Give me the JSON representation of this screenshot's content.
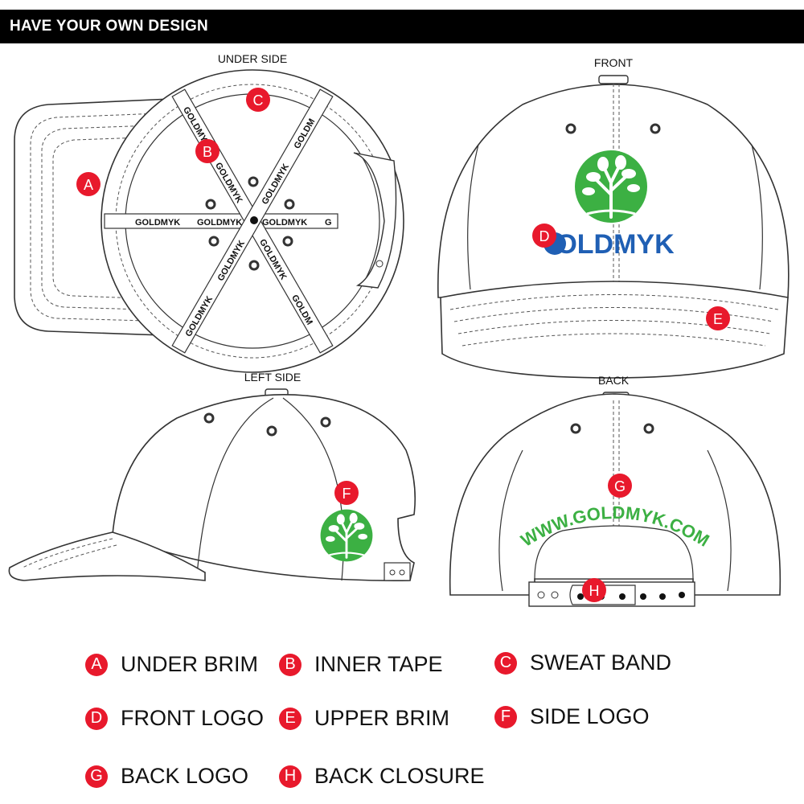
{
  "header": {
    "title": "HAVE YOUR OWN DESIGN"
  },
  "views": {
    "underside": "UNDER SIDE",
    "front": "FRONT",
    "left_side": "LEFT SIDE",
    "back": "BACK"
  },
  "badges": {
    "a": "A",
    "b": "B",
    "c": "C",
    "d": "D",
    "e": "E",
    "f": "F",
    "g": "G",
    "h": "H"
  },
  "tape_text": "GOLDMYK",
  "tape_fragments": [
    "GOLDM",
    "G"
  ],
  "front_logo_text": "OLDMYK",
  "back_logo_text": "WWW.GOLDMYK.COM",
  "colors": {
    "badge": "#e8192c",
    "logo_green": "#3cb043",
    "logo_blue": "#1f5fb4",
    "outline": "#333333"
  },
  "legend": [
    {
      "letter": "A",
      "label": "UNDER BRIM"
    },
    {
      "letter": "B",
      "label": "INNER TAPE"
    },
    {
      "letter": "C",
      "label": "SWEAT BAND"
    },
    {
      "letter": "D",
      "label": "FRONT LOGO"
    },
    {
      "letter": "E",
      "label": "UPPER BRIM"
    },
    {
      "letter": "F",
      "label": "SIDE LOGO"
    },
    {
      "letter": "G",
      "label": "BACK LOGO"
    },
    {
      "letter": "H",
      "label": "BACK CLOSURE"
    }
  ]
}
